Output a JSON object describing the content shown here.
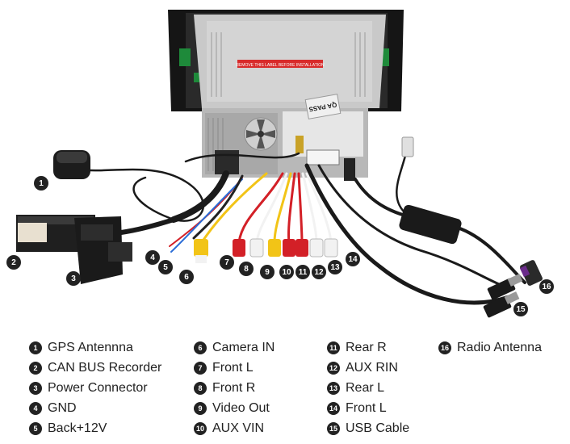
{
  "diagram": {
    "unit_label_text": "QA PASS",
    "warning_label_text": "REMOVE THIS LABEL BEFORE INSTALLATION",
    "callouts": [
      "1",
      "2",
      "3",
      "4",
      "5",
      "6",
      "7",
      "8",
      "9",
      "10",
      "11",
      "12",
      "13",
      "14",
      "15",
      "16"
    ]
  },
  "legend": {
    "items": [
      {
        "num": "1",
        "label": "GPS Antennna"
      },
      {
        "num": "2",
        "label": "CAN BUS Recorder"
      },
      {
        "num": "3",
        "label": "Power Connector"
      },
      {
        "num": "4",
        "label": "GND"
      },
      {
        "num": "5",
        "label": "Back+12V"
      },
      {
        "num": "6",
        "label": "Camera IN"
      },
      {
        "num": "7",
        "label": "Front L"
      },
      {
        "num": "8",
        "label": "Front R"
      },
      {
        "num": "9",
        "label": "Video Out"
      },
      {
        "num": "10",
        "label": "AUX VIN"
      },
      {
        "num": "11",
        "label": "Rear R"
      },
      {
        "num": "12",
        "label": "AUX RIN"
      },
      {
        "num": "13",
        "label": "Rear L"
      },
      {
        "num": "14",
        "label": "Front L"
      },
      {
        "num": "15",
        "label": "USB Cable"
      },
      {
        "num": "16",
        "label": "Radio Antenna"
      }
    ]
  },
  "colors": {
    "badge": "#222222",
    "red_rca": "#d32027",
    "white_rca": "#f2f2f2",
    "yellow_rca": "#f2c417",
    "cable": "#1a1a1a"
  }
}
